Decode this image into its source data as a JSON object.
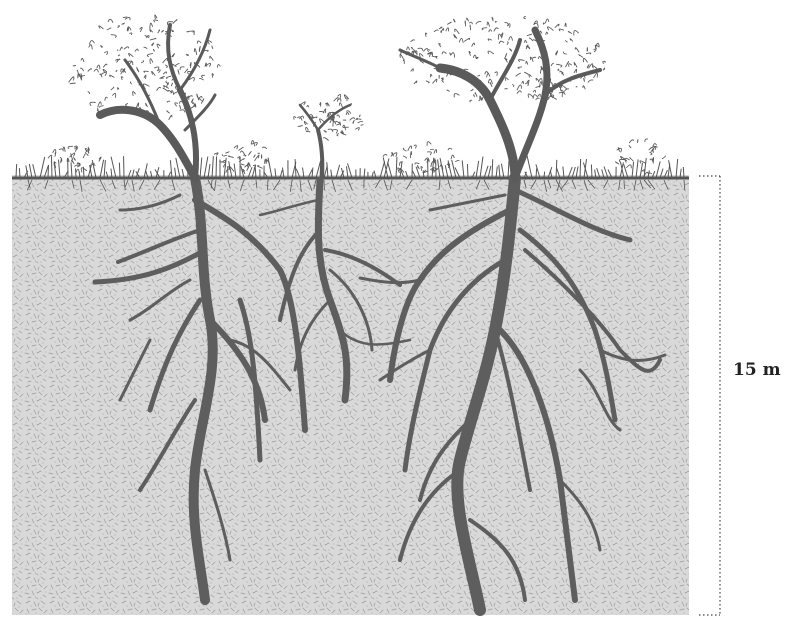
{
  "diagram": {
    "scale": {
      "label": "15 m",
      "value": 15,
      "unit": "m"
    },
    "colors": {
      "soil": "#d7d7d7",
      "soil_speckle": "#9c9c9c",
      "root": "#5e5e5e",
      "foliage": "#5a5a5a",
      "grass": "#555555",
      "scale_line": "#444444"
    }
  }
}
